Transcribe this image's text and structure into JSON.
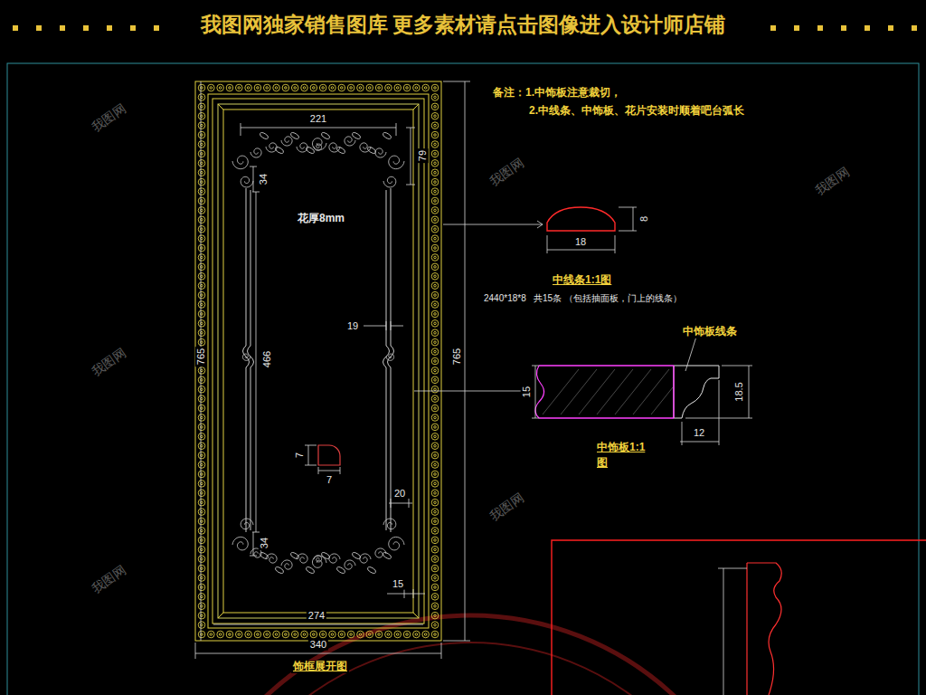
{
  "diagram": {
    "title": "我图网独家销售图库 更多素材请点击图像进入设计师店铺",
    "labels": [
      "备注：1.中饰板注意裁切，",
      "2.中线条、中饰板、花片安装时顺着吧台弧长",
      "221",
      "79",
      "34",
      "花厚8mm",
      "466",
      "19",
      "7",
      "7",
      "20",
      "34",
      "15",
      "274",
      "340",
      "765",
      "765",
      "8",
      "18",
      "中线条1:1图",
      "2440*18*8   共15条 （包括抽面板，门上的线条）",
      "中饰板线条",
      "15",
      "18.5",
      "12",
      "中饰板1:1",
      "图",
      "饰框展开图",
      "我图网",
      "我图网",
      "我图网",
      "我图网",
      "我图网",
      "我图网"
    ]
  }
}
